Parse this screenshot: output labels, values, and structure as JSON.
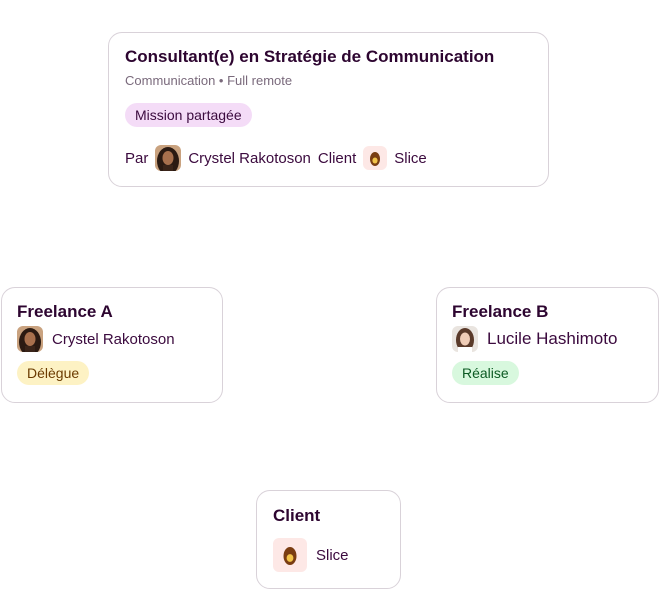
{
  "mission": {
    "title": "Consultant(e) en Stratégie de Communication",
    "subtitle": "Communication • Full remote",
    "badge": "Mission partagée",
    "par_label": "Par",
    "author": "Crystel Rakotoson",
    "client_label": "Client",
    "client_name": "Slice"
  },
  "freelance_a": {
    "title": "Freelance A",
    "name": "Crystel Rakotoson",
    "role": "Délègue"
  },
  "freelance_b": {
    "title": "Freelance B",
    "name": "Lucile Hashimoto",
    "role": "Réalise"
  },
  "client": {
    "title": "Client",
    "name": "Slice"
  },
  "colors": {
    "mission_badge": "#f4dcf7",
    "delegue_badge": "#fdf2c4",
    "realise_badge": "#d8f8de",
    "logo_bg": "#fde8e6"
  },
  "icons": {
    "avatar_a": "avatar-crystel-icon",
    "avatar_b": "avatar-lucile-icon",
    "client_logo": "slice-avocado-icon"
  }
}
